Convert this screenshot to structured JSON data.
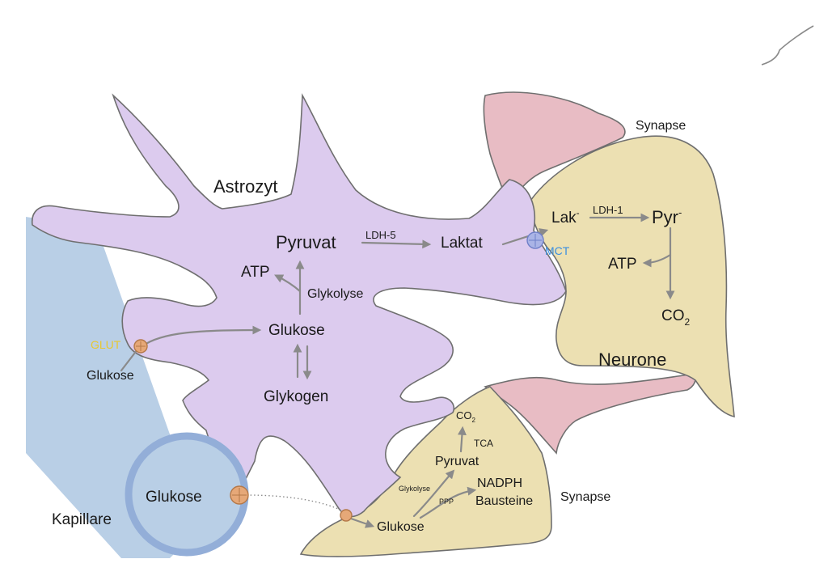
{
  "labels": {
    "astrozyt": "Astrozyt",
    "neurone": "Neurone",
    "synapse_top": "Synapse",
    "synapse_bottom": "Synapse",
    "kapillare": "Kapillare",
    "pyruvat": "Pyruvat",
    "ldh5": "LDH-5",
    "laktat": "Laktat",
    "atp_astro": "ATP",
    "glykolyse_astro": "Glykolyse",
    "glukose_astro": "Glukose",
    "glykogen": "Glykogen",
    "glut": "GLUT",
    "glukose_blood": "Glukose",
    "glukose_capillary": "Glukose",
    "lak": "Lak",
    "lak_sup": "-",
    "ldh1": "LDH-1",
    "pyr": "Pyr",
    "pyr_sup": "-",
    "mct": "MCT",
    "atp_neuron": "ATP",
    "co2_neuron": "CO",
    "co2_neuron_sub": "2",
    "co2_syn": "CO",
    "co2_syn_sub": "2",
    "tca": "TCA",
    "pyruvat_syn": "Pyruvat",
    "glykolyse_syn": "Glykolyse",
    "nadph": "NADPH",
    "bausteine": "Bausteine",
    "ppp": "PPP",
    "glukose_syn": "Glukose"
  },
  "colors": {
    "astrocyte": "#dccbee",
    "neuron": "#ece0b2",
    "synapse": "#e8bcc4",
    "capillary": "#b9cfe6",
    "capillary_ring": "#93aed8",
    "transporter": "#e6a878",
    "mct_transporter": "#aab4e6",
    "glut_text": "#e8c830",
    "mct_text": "#3a8ee0",
    "arrow": "#8a8a8a"
  }
}
